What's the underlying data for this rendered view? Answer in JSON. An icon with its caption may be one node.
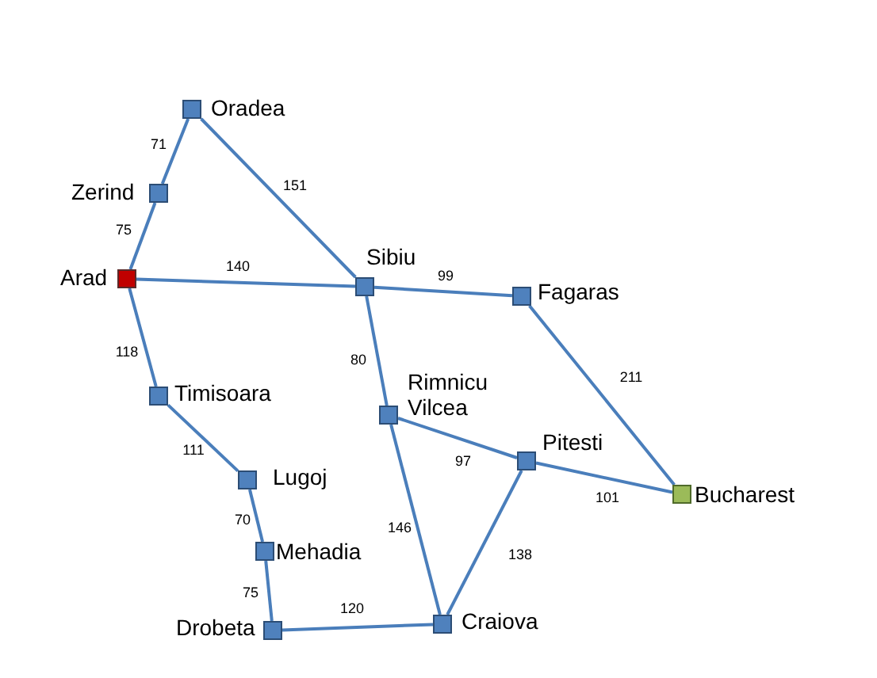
{
  "diagram": {
    "nodes": [
      {
        "text": [
          "Oradea"
        ]
      },
      {
        "text": [
          "Zerind"
        ]
      },
      {
        "text": [
          "Arad"
        ]
      },
      {
        "text": [
          "Sibiu"
        ]
      },
      {
        "text": [
          "Fagaras"
        ]
      },
      {
        "text": [
          "Timisoara"
        ]
      },
      {
        "text": [
          "Rimnicu Vilcea"
        ]
      },
      {
        "text": [
          "Pitesti"
        ]
      },
      {
        "text": [
          "Lugoj"
        ]
      },
      {
        "text": [
          "Mehadia"
        ]
      },
      {
        "text": [
          "Bucharest"
        ]
      },
      {
        "text": [
          "Drobeta"
        ]
      },
      {
        "text": [
          "Craiova"
        ]
      }
    ],
    "edges": [
      {
        "from": 0,
        "to": 1,
        "arrow": "none",
        "label": "71"
      },
      {
        "from": 0,
        "to": 3,
        "arrow": "none",
        "label": "151"
      },
      {
        "from": 1,
        "to": 2,
        "arrow": "none",
        "label": "75"
      },
      {
        "from": 2,
        "to": 3,
        "arrow": "none",
        "label": "140"
      },
      {
        "from": 2,
        "to": 5,
        "arrow": "none",
        "label": "118"
      },
      {
        "from": 3,
        "to": 4,
        "arrow": "none",
        "label": "99"
      },
      {
        "from": 3,
        "to": 6,
        "arrow": "none",
        "label": "80"
      },
      {
        "from": 4,
        "to": 10,
        "arrow": "none",
        "label": "211"
      },
      {
        "from": 5,
        "to": 8,
        "arrow": "none",
        "label": "111"
      },
      {
        "from": 6,
        "to": 7,
        "arrow": "none",
        "label": "97"
      },
      {
        "from": 6,
        "to": 12,
        "arrow": "none",
        "label": "146"
      },
      {
        "from": 7,
        "to": 10,
        "arrow": "none",
        "label": "101"
      },
      {
        "from": 7,
        "to": 12,
        "arrow": "none",
        "label": "138"
      },
      {
        "from": 8,
        "to": 9,
        "arrow": "none",
        "label": "70"
      },
      {
        "from": 9,
        "to": 11,
        "arrow": "none",
        "label": "75"
      },
      {
        "from": 11,
        "to": 12,
        "arrow": "none",
        "label": "120"
      }
    ]
  }
}
